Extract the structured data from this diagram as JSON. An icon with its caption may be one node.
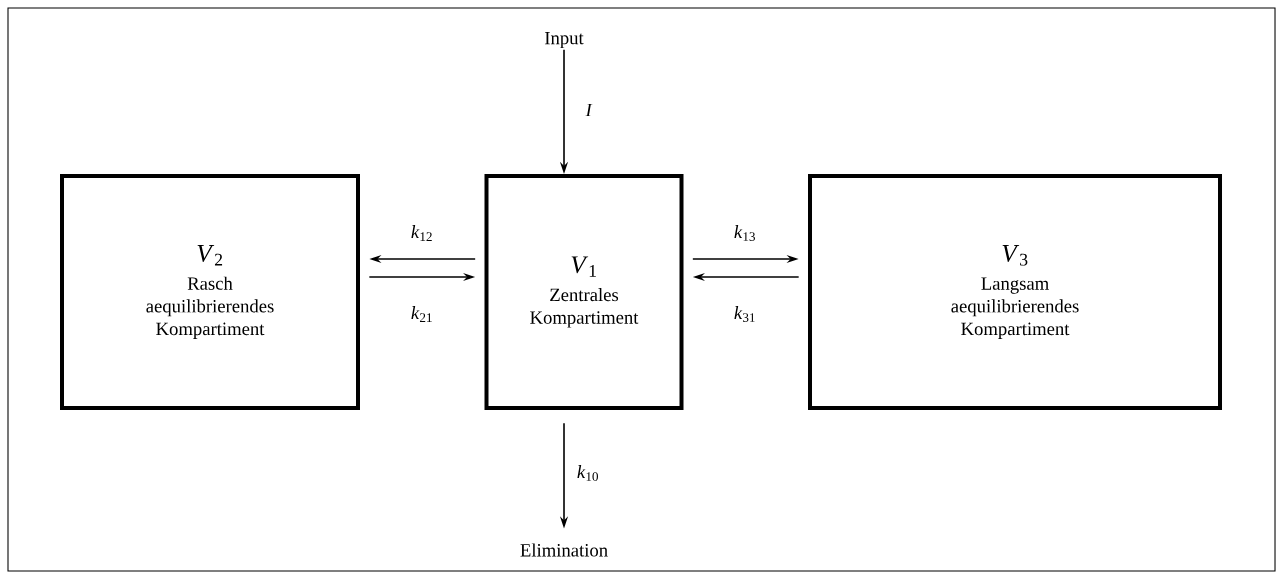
{
  "diagram": {
    "nodes": [
      {
        "text": [
          "Input"
        ]
      },
      {
        "text": [
          "*V*$_{2}$",
          "Rasch aequilibrierendes Kompartiment"
        ]
      },
      {
        "text": [
          "*V*$_{1}$",
          "Zentrales Kompartiment"
        ]
      },
      {
        "text": [
          "*V*$_{3}$",
          "Langsam aequilibrierendes Kompartiment"
        ]
      },
      {
        "text": [
          "Elimination"
        ]
      }
    ],
    "edges": [
      {
        "from": 0,
        "to": 2,
        "arrow": "to",
        "label": "*I*"
      },
      {
        "from": 2,
        "to": 1,
        "arrow": "to",
        "label": "*k*$_{12}$"
      },
      {
        "from": 1,
        "to": 2,
        "arrow": "to",
        "label": "*k*$_{21}$"
      },
      {
        "from": 2,
        "to": 3,
        "arrow": "to",
        "label": "*k*$_{13}$"
      },
      {
        "from": 3,
        "to": 2,
        "arrow": "to",
        "label": "*k*$_{31}$"
      },
      {
        "from": 2,
        "to": 4,
        "arrow": "to",
        "label": "*k*$_{10}$"
      }
    ]
  }
}
